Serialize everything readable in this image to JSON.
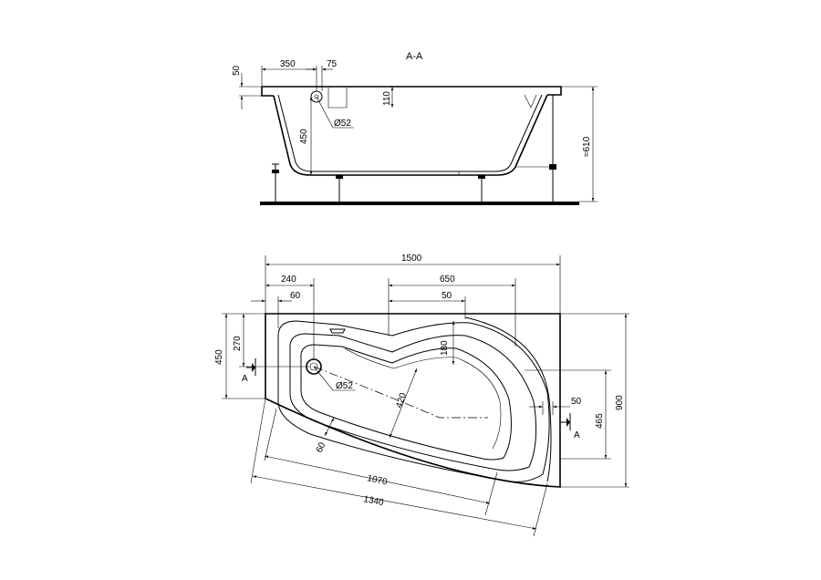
{
  "section": {
    "title": "A-A",
    "dims": {
      "rim": "50",
      "drain_x": "350",
      "drain_offset": "75",
      "inner_top": "110",
      "depth": "450",
      "drain_dia": "Ø52",
      "height": "≈610"
    }
  },
  "plan": {
    "dims": {
      "length": "1500",
      "drain_x": "240",
      "rim_x": "60",
      "mid_width": "650",
      "mid_offset": "50",
      "left_height": "450",
      "drain_y": "270",
      "curve_depth": "180",
      "drain_dia": "Ø52",
      "inner_width": "420",
      "right_offset": "50",
      "right_height": "465",
      "total_width": "900",
      "diag_rim": "60",
      "diag_inner": "1070",
      "diag_outer": "1340"
    },
    "section_marks": {
      "left": "A",
      "right": "A"
    }
  }
}
